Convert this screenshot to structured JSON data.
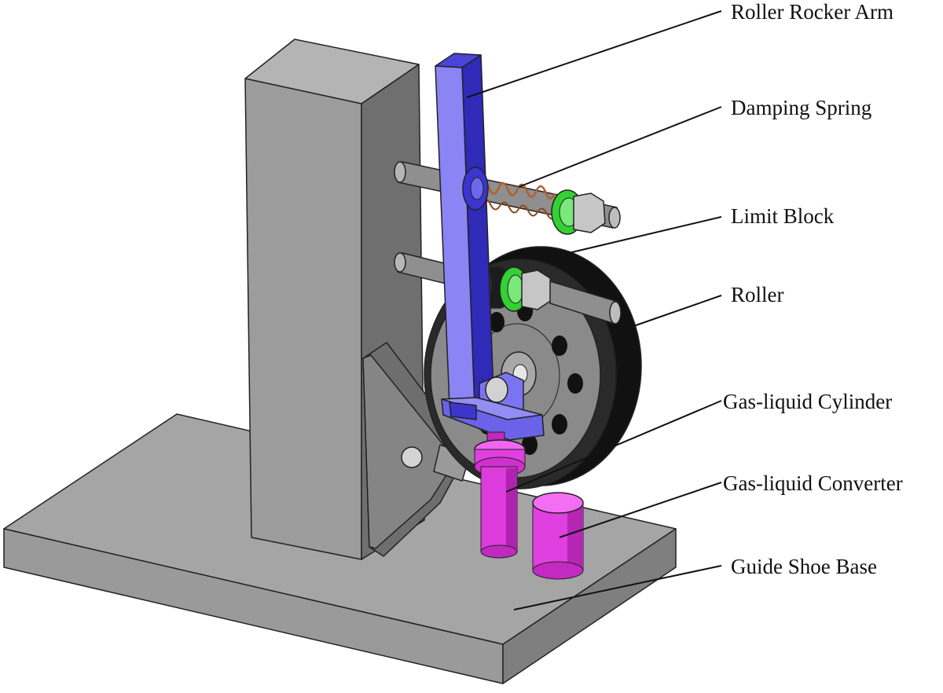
{
  "figure": {
    "type": "assembly-diagram",
    "palette": {
      "frame_gray": "#9a9a9a",
      "rocker_arm_blue": "#7a74f0",
      "spring_copper": "#b0602a",
      "limit_block_green": "#33d133",
      "roller_black": "#1a1a1a",
      "cylinder_magenta": "#e040e0",
      "shaft_gray": "#8f8f8f"
    },
    "labels": [
      {
        "id": "roller-rocker-arm",
        "text": "Roller Rocker Arm"
      },
      {
        "id": "damping-spring",
        "text": "Damping Spring"
      },
      {
        "id": "limit-block",
        "text": "Limit Block"
      },
      {
        "id": "roller",
        "text": "Roller"
      },
      {
        "id": "gas-liquid-cylinder",
        "text": "Gas-liquid Cylinder"
      },
      {
        "id": "gas-liquid-converter",
        "text": "Gas-liquid Converter"
      },
      {
        "id": "guide-shoe-base",
        "text": "Guide Shoe Base"
      }
    ]
  }
}
